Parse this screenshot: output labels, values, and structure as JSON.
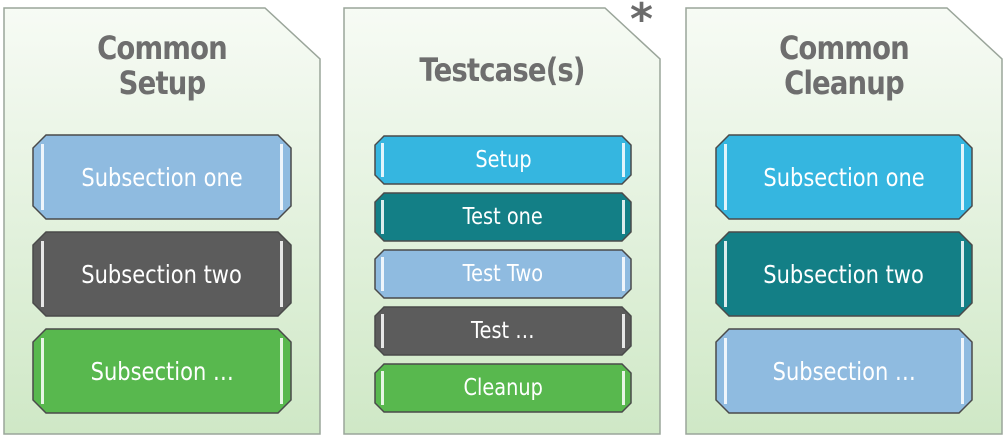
{
  "colors": {
    "light_blue": "#8fbbe0",
    "cyan": "#35b6e0",
    "teal": "#137f86",
    "gray": "#5c5c5c",
    "green": "#58b84e",
    "panel_border": "#9aa59a",
    "title": "#6e6e6e"
  },
  "panels": [
    {
      "title": "Common\nSetup",
      "boxes": [
        {
          "label": "Subsection one",
          "color": "light_blue"
        },
        {
          "label": "Subsection two",
          "color": "gray"
        },
        {
          "label": "Subsection …",
          "color": "green"
        }
      ]
    },
    {
      "title": "Testcase(s)",
      "marker": "*",
      "boxes": [
        {
          "label": "Setup",
          "color": "cyan"
        },
        {
          "label": "Test one",
          "color": "teal"
        },
        {
          "label": "Test Two",
          "color": "light_blue"
        },
        {
          "label": "Test …",
          "color": "gray"
        },
        {
          "label": "Cleanup",
          "color": "green"
        }
      ]
    },
    {
      "title": "Common\nCleanup",
      "boxes": [
        {
          "label": "Subsection one",
          "color": "cyan"
        },
        {
          "label": "Subsection two",
          "color": "teal"
        },
        {
          "label": "Subsection …",
          "color": "light_blue"
        }
      ]
    }
  ]
}
